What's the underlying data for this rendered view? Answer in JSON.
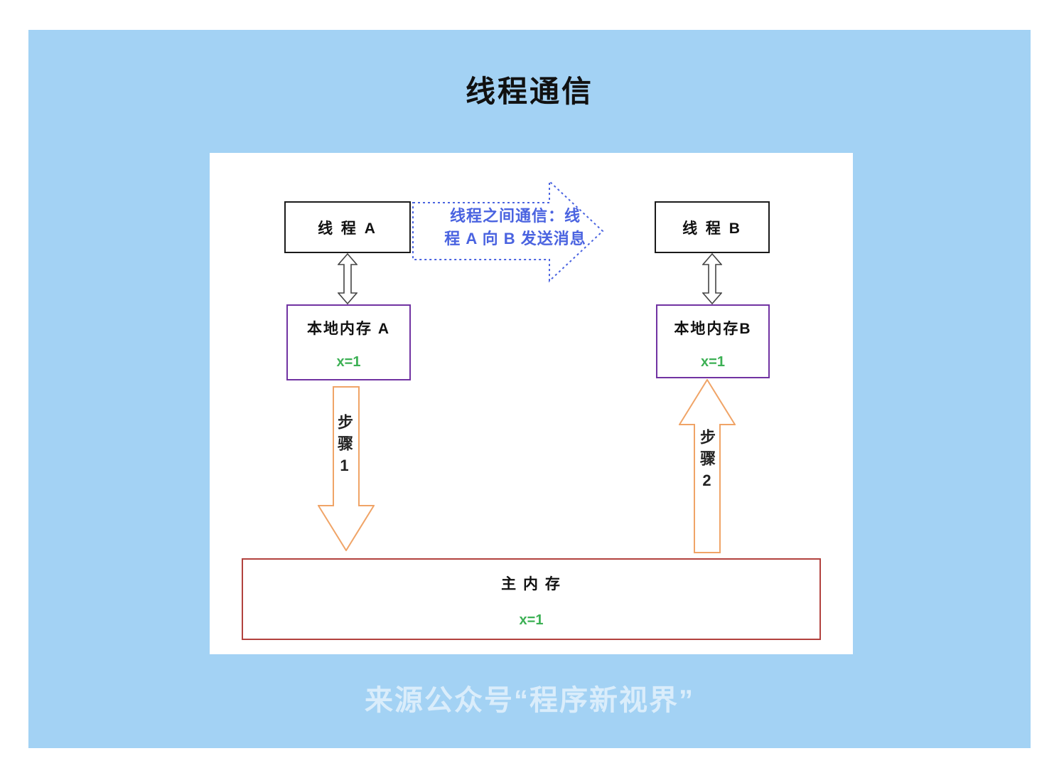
{
  "page": {
    "title": "线程通信",
    "watermark": "来源公众号“程序新视界”"
  },
  "diagram": {
    "thread_a": "线 程 A",
    "thread_b": "线 程 B",
    "message": {
      "line1": "线程之间通信：线",
      "line2": "程 A 向 B 发送消息"
    },
    "local_memory_a": {
      "label": "本地内存 A",
      "value": "x=1"
    },
    "local_memory_b": {
      "label": "本地内存B",
      "value": "x=1"
    },
    "step_1": "步骤1",
    "step_2": "步骤2",
    "main_memory": {
      "label": "主 内 存",
      "value": "x=1"
    }
  },
  "colors": {
    "panel_blue": "#a3d2f4",
    "message_blue": "#4a63e0",
    "memory_purple": "#7133a2",
    "main_memory_red": "#b2423e",
    "step_orange": "#f0a467",
    "value_green": "#3cb054",
    "box_border_black": "#1a1a1a"
  }
}
